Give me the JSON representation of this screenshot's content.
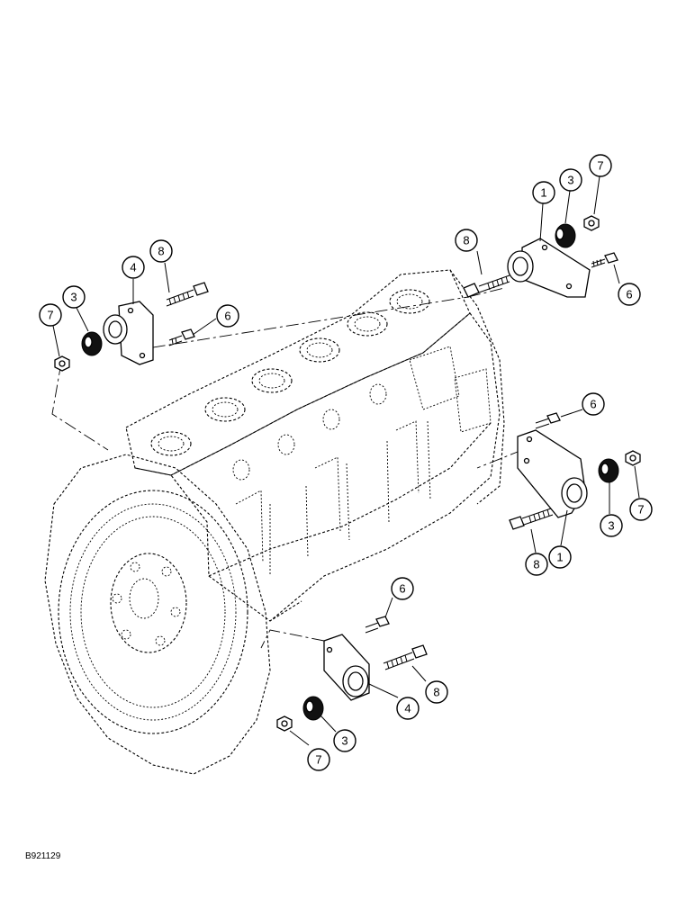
{
  "figure_id": "B921129",
  "callouts": [
    {
      "id": "c-1-rear",
      "label": "1"
    },
    {
      "id": "c-3-rear",
      "label": "3"
    },
    {
      "id": "c-7-rear",
      "label": "7"
    },
    {
      "id": "c-8-rear",
      "label": "8"
    },
    {
      "id": "c-6-rear",
      "label": "6"
    },
    {
      "id": "c-4-left",
      "label": "4"
    },
    {
      "id": "c-8-left",
      "label": "8"
    },
    {
      "id": "c-3-left",
      "label": "3"
    },
    {
      "id": "c-7-left",
      "label": "7"
    },
    {
      "id": "c-6-left",
      "label": "6"
    },
    {
      "id": "c-6-right",
      "label": "6"
    },
    {
      "id": "c-3-right",
      "label": "3"
    },
    {
      "id": "c-7-right",
      "label": "7"
    },
    {
      "id": "c-8-right",
      "label": "8"
    },
    {
      "id": "c-1-right",
      "label": "1"
    },
    {
      "id": "c-6-bottom",
      "label": "6"
    },
    {
      "id": "c-8-bottom",
      "label": "8"
    },
    {
      "id": "c-4-bottom",
      "label": "4"
    },
    {
      "id": "c-3-bottom",
      "label": "3"
    },
    {
      "id": "c-7-bottom",
      "label": "7"
    }
  ]
}
